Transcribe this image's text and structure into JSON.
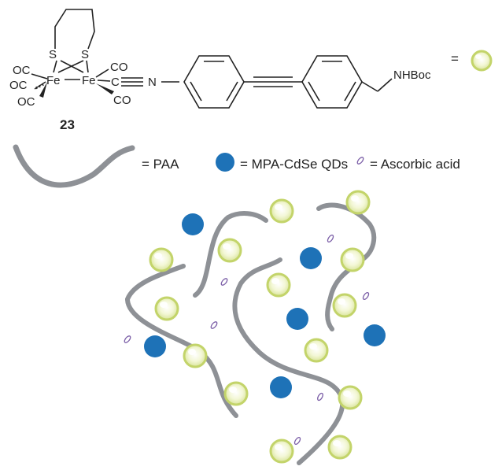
{
  "molecule": {
    "compound_number": "23",
    "atoms": {
      "s_left": "S",
      "s_right": "S",
      "fe_left": "Fe",
      "fe_right": "Fe",
      "co_left_top": "OC",
      "co_left_mid": "OC",
      "co_left_bot": "OC",
      "co_right_top": "CO",
      "co_right_bot": "CO",
      "isocyanide_c": "C",
      "isocyanide_n": "N",
      "end_group": "NHBoc"
    },
    "equals_sign": "="
  },
  "legend": {
    "equals_sign": "=",
    "paa_label": "= PAA",
    "qd_label": "= MPA-CdSe QDs",
    "ascorbic_label": "= Ascorbic acid"
  },
  "colors": {
    "polymer": "#8e9196",
    "quantum_dot": "#1e72b7",
    "ascorbic": "#7b5ea7",
    "sphere_fill": "#eef3c4",
    "sphere_rim": "#c3d46a",
    "ink": "#222222"
  }
}
